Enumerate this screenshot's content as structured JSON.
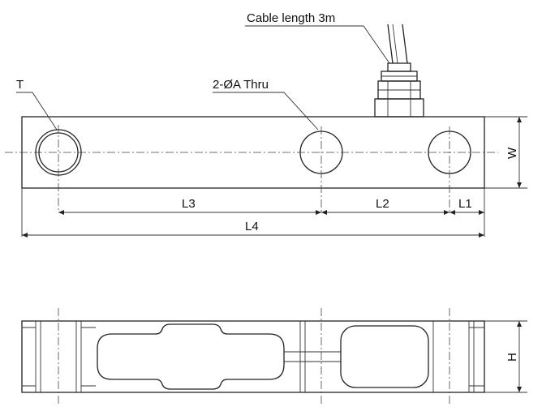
{
  "callouts": {
    "cable": "Cable length 3m",
    "thread": "T",
    "holes": "2-ØA Thru"
  },
  "dimensions": {
    "l1": "L1",
    "l2": "L2",
    "l3": "L3",
    "l4": "L4",
    "w": "W",
    "h": "H"
  },
  "colors": {
    "stroke": "#222222",
    "background": "#ffffff"
  }
}
